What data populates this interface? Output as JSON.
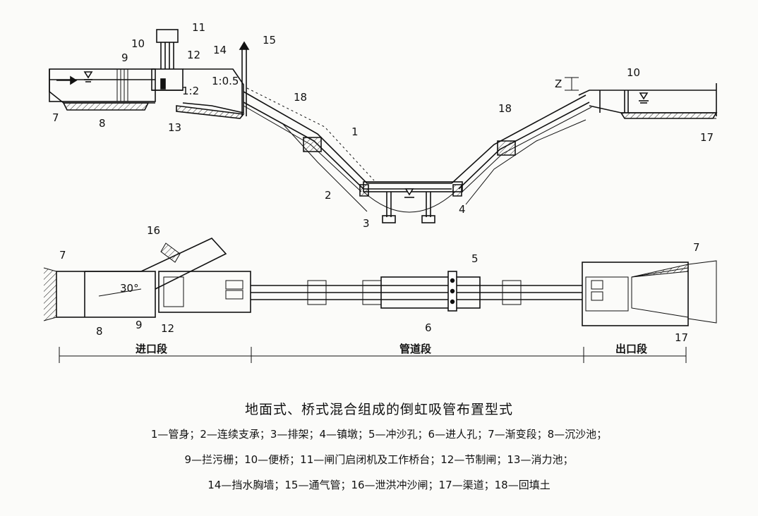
{
  "profile_labels": {
    "n1": "1",
    "n2": "2",
    "n3": "3",
    "n4": "4",
    "n7": "7",
    "n8": "8",
    "n9": "9",
    "n10_left": "10",
    "n10_right": "10",
    "n11": "11",
    "n12": "12",
    "n13": "13",
    "n14": "14",
    "n15": "15",
    "n17": "17",
    "n18_left": "18",
    "n18_right": "18",
    "z": "Z",
    "slope_1": "1:2",
    "slope_2": "1:0.5"
  },
  "plan_labels": {
    "n5": "5",
    "n6": "6",
    "n7_left": "7",
    "n7_right": "7",
    "n8": "8",
    "n9": "9",
    "n12": "12",
    "n16": "16",
    "n17": "17",
    "angle": "30°"
  },
  "sections": {
    "inlet": "进口段",
    "pipe": "管道段",
    "outlet": "出口段"
  },
  "caption": {
    "title": "地面式、桥式混合组成的倒虹吸管布置型式",
    "line1": "1—管身；2—连续支承；3—排架；4—镇墩；5—冲沙孔；6—进人孔；7—渐变段；8—沉沙池；",
    "line2": "9—拦污栅；10—便桥；11—闸门启闭机及工作桥台；12—节制闸；13—消力池；",
    "line3": "14—挡水胸墙；15—通气管；16—泄洪冲沙闸；17—渠道；18—回填土"
  }
}
